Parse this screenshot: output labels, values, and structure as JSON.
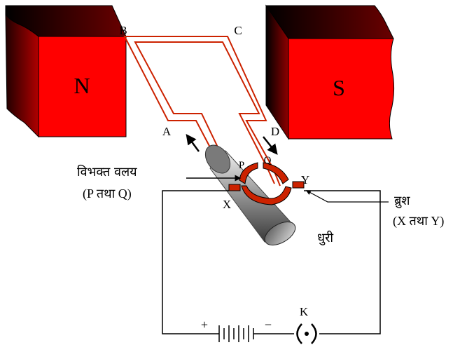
{
  "magnets": {
    "north_label": "N",
    "south_label": "S",
    "color": "#ff0000"
  },
  "coil": {
    "color": "#cc2200",
    "corner_b": "B",
    "corner_c": "C",
    "corner_a": "A",
    "corner_d": "D"
  },
  "split_ring": {
    "label": "विभक्त वलय",
    "sublabel": "(P तथा Q)",
    "half_p": "P",
    "half_q": "Q"
  },
  "brushes": {
    "label": "ब्रुश",
    "sublabel": "(X तथा Y)",
    "brush_x": "X",
    "brush_y": "Y"
  },
  "axle": {
    "label": "धुरी"
  },
  "circuit": {
    "key_label": "K",
    "battery_plus": "+",
    "battery_minus": "−"
  }
}
